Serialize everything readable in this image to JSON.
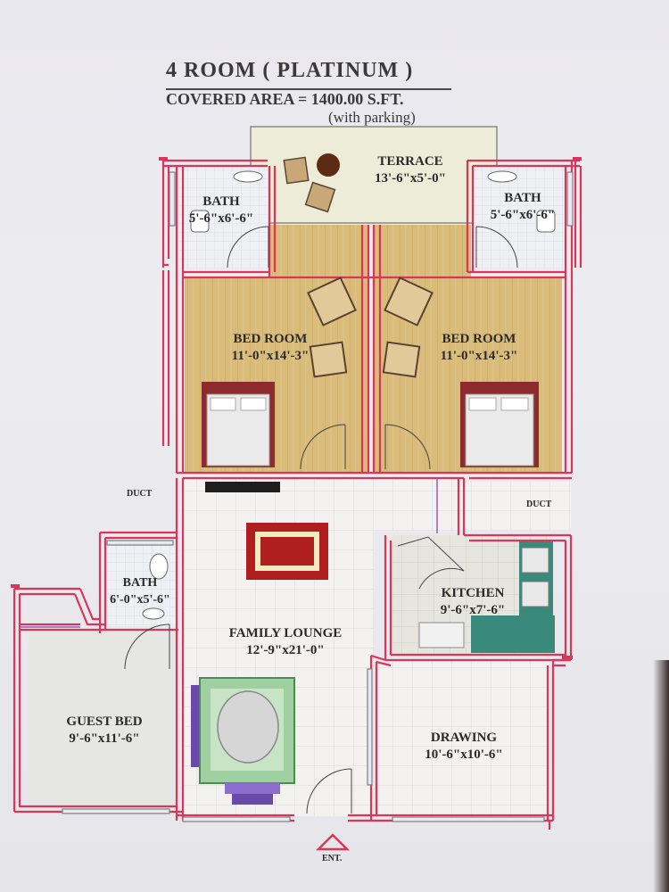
{
  "header": {
    "title": "4 ROOM  ( PLATINUM )",
    "covered_area": "COVERED AREA = 1400.00  S.FT.",
    "parking_note": "(with parking)"
  },
  "rooms": {
    "terrace": {
      "name": "TERRACE",
      "size": "13'-6\"x5'-0\""
    },
    "bath_left": {
      "name": "BATH",
      "size": "5'-6\"x6'-6\""
    },
    "bath_right": {
      "name": "BATH",
      "size": "5'-6\"x6'-6\""
    },
    "bed_left": {
      "name": "BED ROOM",
      "size": "11'-0\"x14'-3\""
    },
    "bed_right": {
      "name": "BED ROOM",
      "size": "11'-0\"x14'-3\""
    },
    "bath_guest": {
      "name": "BATH",
      "size": "6'-0\"x5'-6\""
    },
    "family_lounge": {
      "name": "FAMILY LOUNGE",
      "size": "12'-9\"x21'-0\""
    },
    "kitchen": {
      "name": "KITCHEN",
      "size": "9'-6\"x7'-6\""
    },
    "guest_bed": {
      "name": "GUEST BED",
      "size": "9'-6\"x11'-6\""
    },
    "drawing": {
      "name": "DRAWING",
      "size": "10'-6\"x10'-6\""
    }
  },
  "labels": {
    "duct_left": "DUCT",
    "duct_right": "DUCT",
    "entrance": "ENT."
  },
  "colors": {
    "wall": "#d8365a",
    "wood_floor": "#d7b976",
    "tile_floor": "#f3f2f1",
    "terrace_floor": "#ecebd9"
  }
}
